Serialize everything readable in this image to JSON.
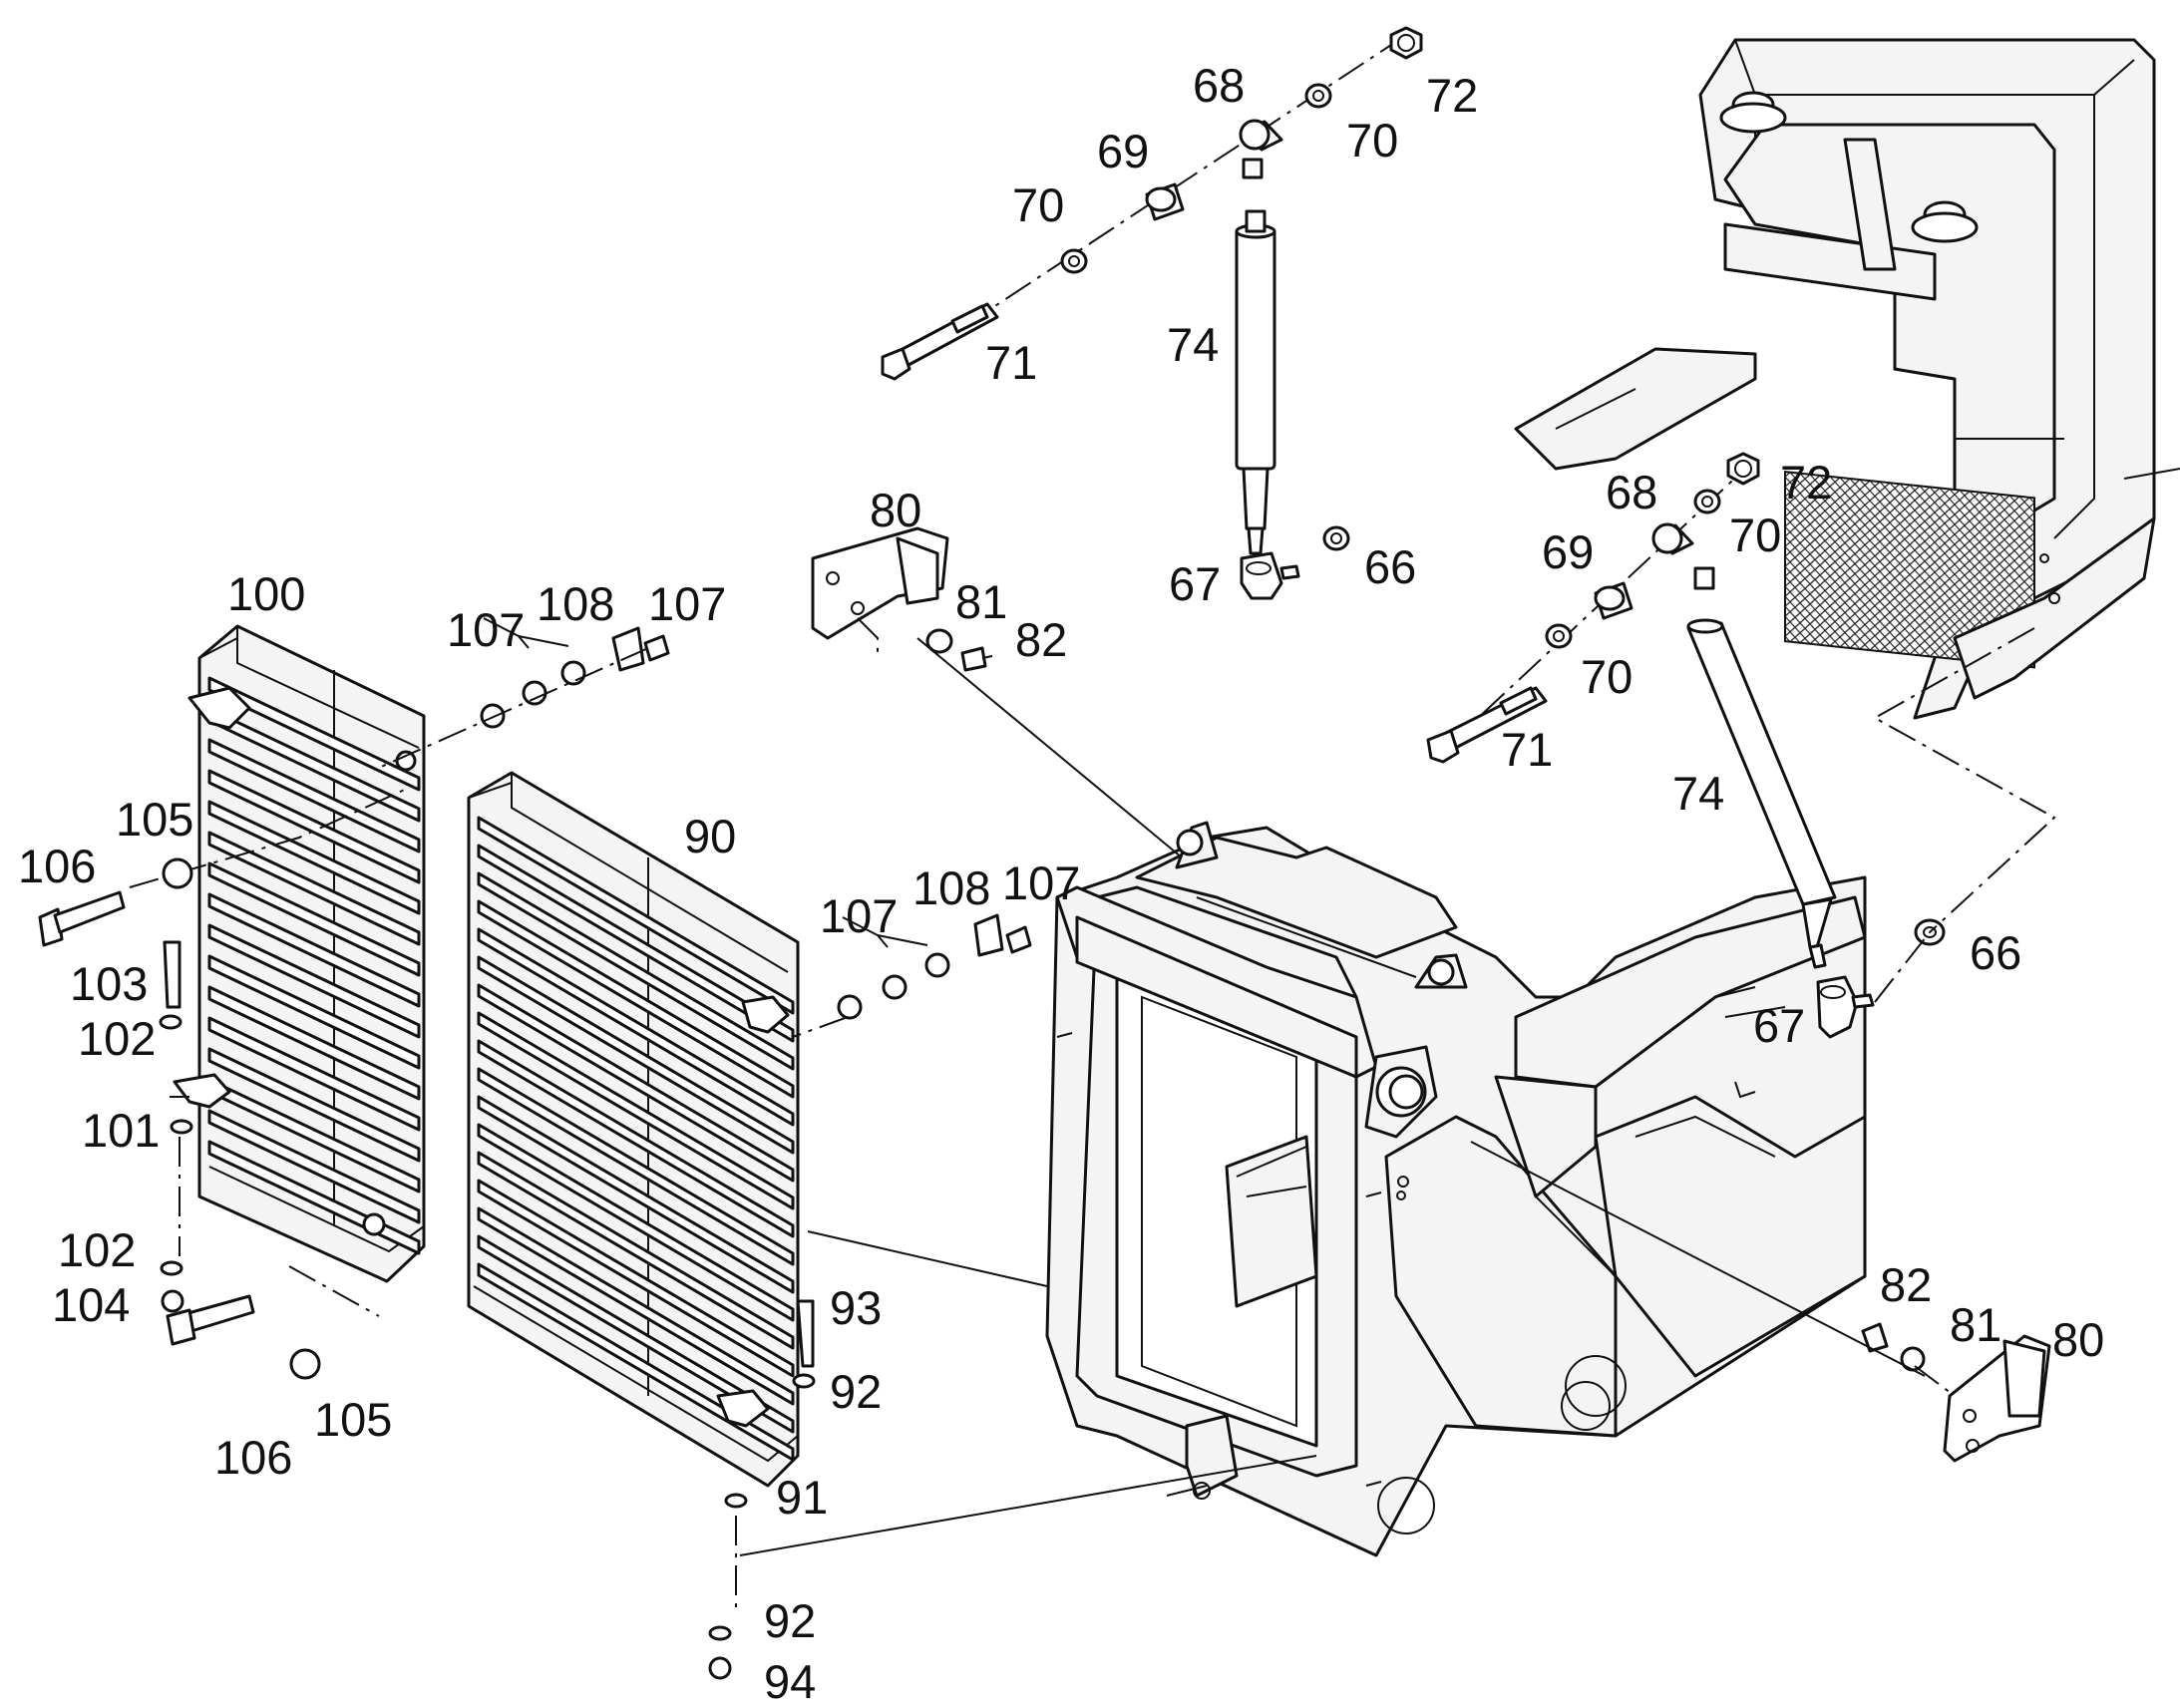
{
  "callouts": [
    {
      "id": "c-68a",
      "text": "68"
    },
    {
      "id": "c-72a",
      "text": "72"
    },
    {
      "id": "c-69a",
      "text": "69"
    },
    {
      "id": "c-70a",
      "text": "70"
    },
    {
      "id": "c-70b",
      "text": "70"
    },
    {
      "id": "c-71a",
      "text": "71"
    },
    {
      "id": "c-74a",
      "text": "74"
    },
    {
      "id": "c-67a",
      "text": "67"
    },
    {
      "id": "c-66a",
      "text": "66"
    },
    {
      "id": "c-68b",
      "text": "68"
    },
    {
      "id": "c-72b",
      "text": "72"
    },
    {
      "id": "c-69b",
      "text": "69"
    },
    {
      "id": "c-70c",
      "text": "70"
    },
    {
      "id": "c-70d",
      "text": "70"
    },
    {
      "id": "c-71b",
      "text": "71"
    },
    {
      "id": "c-74b",
      "text": "74"
    },
    {
      "id": "c-66b",
      "text": "66"
    },
    {
      "id": "c-67b",
      "text": "67"
    },
    {
      "id": "c-80a",
      "text": "80"
    },
    {
      "id": "c-81a",
      "text": "81"
    },
    {
      "id": "c-82a",
      "text": "82"
    },
    {
      "id": "c-100",
      "text": "100"
    },
    {
      "id": "c-107a",
      "text": "107"
    },
    {
      "id": "c-108a",
      "text": "108"
    },
    {
      "id": "c-107b",
      "text": "107"
    },
    {
      "id": "c-105a",
      "text": "105"
    },
    {
      "id": "c-106a",
      "text": "106"
    },
    {
      "id": "c-103",
      "text": "103"
    },
    {
      "id": "c-102a",
      "text": "102"
    },
    {
      "id": "c-101",
      "text": "101"
    },
    {
      "id": "c-102b",
      "text": "102"
    },
    {
      "id": "c-104",
      "text": "104"
    },
    {
      "id": "c-106b",
      "text": "106"
    },
    {
      "id": "c-105b",
      "text": "105"
    },
    {
      "id": "c-90",
      "text": "90"
    },
    {
      "id": "c-107c",
      "text": "107"
    },
    {
      "id": "c-108b",
      "text": "108"
    },
    {
      "id": "c-107d",
      "text": "107"
    },
    {
      "id": "c-93",
      "text": "93"
    },
    {
      "id": "c-92a",
      "text": "92"
    },
    {
      "id": "c-91",
      "text": "91"
    },
    {
      "id": "c-92b",
      "text": "92"
    },
    {
      "id": "c-94",
      "text": "94"
    },
    {
      "id": "c-82b",
      "text": "82"
    },
    {
      "id": "c-81b",
      "text": "81"
    },
    {
      "id": "c-80b",
      "text": "80"
    }
  ]
}
